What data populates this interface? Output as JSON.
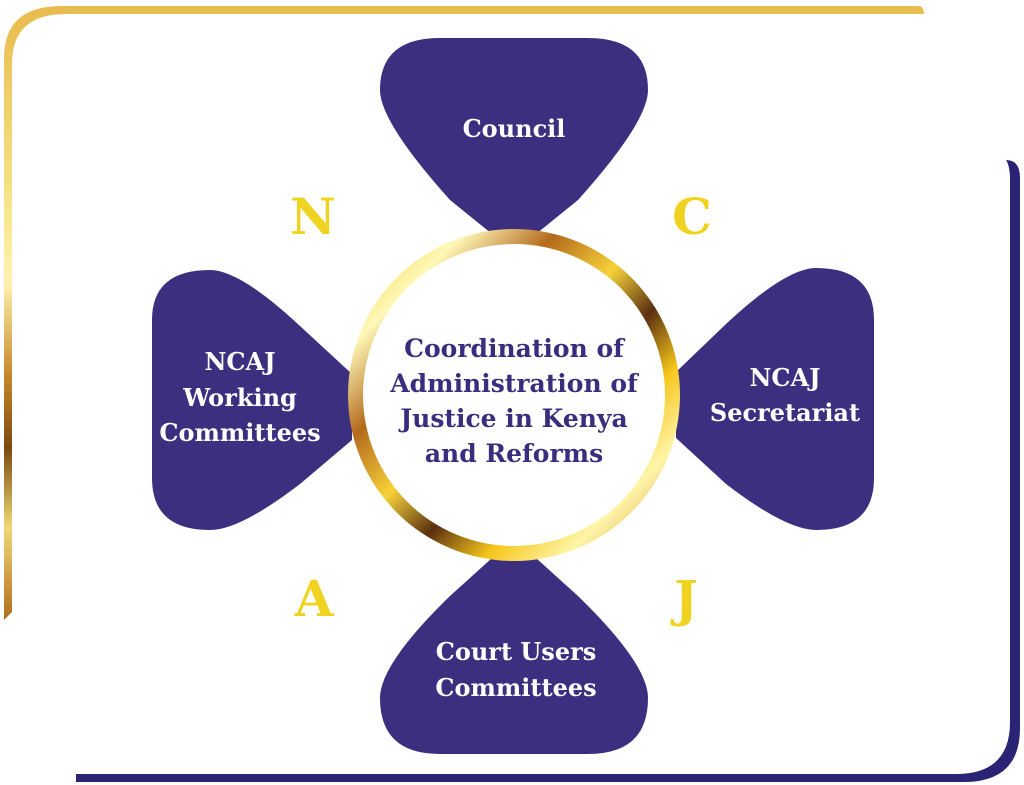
{
  "colors": {
    "petal": "#3d2f80",
    "petal_text": "#ffffff",
    "letter": "#f0d321",
    "center_text": "#3a2d7e",
    "frame_purple": "#2b2474",
    "frame_gold": "#e4b84a"
  },
  "center": {
    "lines": [
      "Coordination of",
      "Administration of",
      "Justice in Kenya",
      "and Reforms"
    ]
  },
  "petals": {
    "top": {
      "lines": [
        "Council"
      ]
    },
    "right": {
      "lines": [
        "NCAJ",
        "Secretariat"
      ]
    },
    "bottom": {
      "lines": [
        "Court Users",
        "Committees"
      ]
    },
    "left": {
      "lines": [
        "NCAJ",
        "Working",
        "Committees"
      ]
    }
  },
  "letters": {
    "n": "N",
    "c": "C",
    "a": "A",
    "j": "J"
  }
}
